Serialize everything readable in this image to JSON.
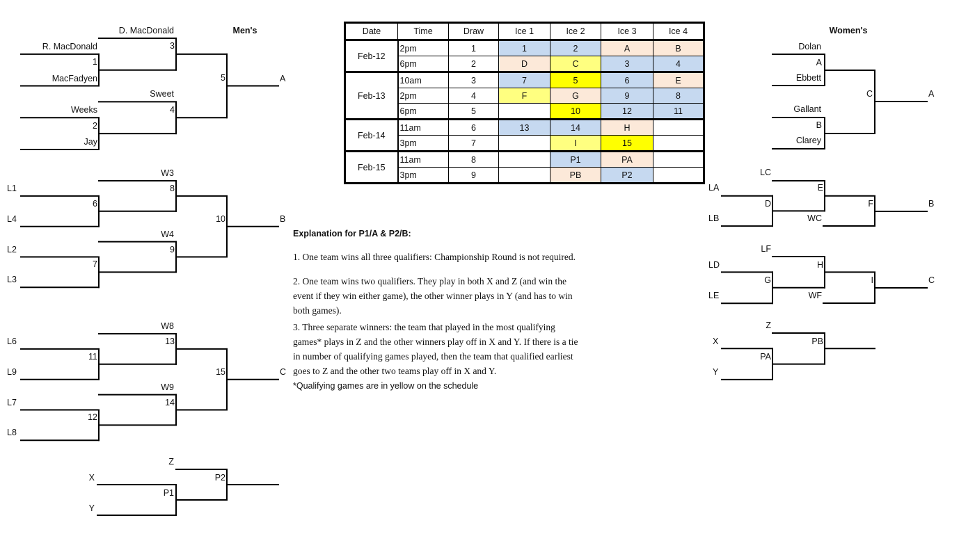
{
  "colors": {
    "blue": "#c6d9f0",
    "peach": "#fce9d9",
    "yellow": "#ffff80",
    "bright": "#ffff00",
    "none": "#ffffff"
  },
  "men": {
    "title": "Men's",
    "top": {
      "seed_top": "D. MacDonald",
      "a": "R. MacDonald",
      "g1": "1",
      "b": "MacFadyen",
      "g3": "3",
      "g5": "5",
      "out": "A",
      "seed_mid": "Sweet",
      "c": "Weeks",
      "g2": "2",
      "d": "Jay",
      "g4": "4"
    },
    "b_side": {
      "seed_top": "W3",
      "a": "L1",
      "g1": "6",
      "b": "L4",
      "g3": "8",
      "g5": "10",
      "out": "B",
      "seed_mid": "W4",
      "c": "L2",
      "g2": "7",
      "d": "L3",
      "g4": "9"
    },
    "c_side": {
      "seed_top": "W8",
      "a": "L6",
      "g1": "11",
      "b": "L9",
      "g3": "13",
      "g5": "15",
      "out": "C",
      "seed_mid": "W9",
      "c": "L7",
      "g2": "12",
      "d": "L8",
      "g4": "14"
    },
    "playoff": {
      "z": "Z",
      "x": "X",
      "y": "Y",
      "p1": "P1",
      "p2": "P2"
    }
  },
  "women": {
    "title": "Women's",
    "a_side": {
      "dolan": "Dolan",
      "ga": "A",
      "ebbett": "Ebbett",
      "gc": "C",
      "out": "A",
      "gallant": "Gallant",
      "gb": "B",
      "clarey": "Clarey"
    },
    "b_side": {
      "lc": "LC",
      "la": "LA",
      "gd": "D",
      "lb": "LB",
      "ge": "E",
      "wc": "WC",
      "gf": "F",
      "out": "B"
    },
    "c_side": {
      "lf": "LF",
      "ld": "LD",
      "gg": "G",
      "le": "LE",
      "gh": "H",
      "wf": "WF",
      "gi": "I",
      "out": "C"
    },
    "playoff": {
      "z": "Z",
      "x": "X",
      "y": "Y",
      "pa": "PA",
      "pb": "PB"
    }
  },
  "schedule": {
    "headers": [
      "Date",
      "Time",
      "Draw",
      "Ice 1",
      "Ice 2",
      "Ice 3",
      "Ice 4"
    ],
    "groups": [
      {
        "date": "Feb-12",
        "rows": [
          {
            "time": "2pm",
            "draw": "1",
            "ice": [
              {
                "v": "1",
                "c": "blue"
              },
              {
                "v": "2",
                "c": "blue"
              },
              {
                "v": "A",
                "c": "peach"
              },
              {
                "v": "B",
                "c": "peach"
              }
            ]
          },
          {
            "time": "6pm",
            "draw": "2",
            "ice": [
              {
                "v": "D",
                "c": "peach"
              },
              {
                "v": "C",
                "c": "yellow"
              },
              {
                "v": "3",
                "c": "blue"
              },
              {
                "v": "4",
                "c": "blue"
              }
            ]
          }
        ]
      },
      {
        "date": "Feb-13",
        "rows": [
          {
            "time": "10am",
            "draw": "3",
            "ice": [
              {
                "v": "7",
                "c": "blue"
              },
              {
                "v": "5",
                "c": "bright"
              },
              {
                "v": "6",
                "c": "blue"
              },
              {
                "v": "E",
                "c": "peach"
              }
            ]
          },
          {
            "time": "2pm",
            "draw": "4",
            "ice": [
              {
                "v": "F",
                "c": "yellow"
              },
              {
                "v": "G",
                "c": "peach"
              },
              {
                "v": "9",
                "c": "blue"
              },
              {
                "v": "8",
                "c": "blue"
              }
            ]
          },
          {
            "time": "6pm",
            "draw": "5",
            "ice": [
              {
                "v": "",
                "c": "none"
              },
              {
                "v": "10",
                "c": "bright"
              },
              {
                "v": "12",
                "c": "blue"
              },
              {
                "v": "11",
                "c": "blue"
              }
            ]
          }
        ]
      },
      {
        "date": "Feb-14",
        "rows": [
          {
            "time": "11am",
            "draw": "6",
            "ice": [
              {
                "v": "13",
                "c": "blue"
              },
              {
                "v": "14",
                "c": "blue"
              },
              {
                "v": "H",
                "c": "peach"
              },
              {
                "v": "",
                "c": "none"
              }
            ]
          },
          {
            "time": "3pm",
            "draw": "7",
            "ice": [
              {
                "v": "",
                "c": "none"
              },
              {
                "v": "I",
                "c": "yellow"
              },
              {
                "v": "15",
                "c": "bright"
              },
              {
                "v": "",
                "c": "none"
              }
            ]
          }
        ]
      },
      {
        "date": "Feb-15",
        "rows": [
          {
            "time": "11am",
            "draw": "8",
            "ice": [
              {
                "v": "",
                "c": "none"
              },
              {
                "v": "P1",
                "c": "blue"
              },
              {
                "v": "PA",
                "c": "peach"
              },
              {
                "v": "",
                "c": "none"
              }
            ]
          },
          {
            "time": "3pm",
            "draw": "9",
            "ice": [
              {
                "v": "",
                "c": "none"
              },
              {
                "v": "PB",
                "c": "peach"
              },
              {
                "v": "P2",
                "c": "blue"
              },
              {
                "v": "",
                "c": "none"
              }
            ]
          }
        ]
      }
    ]
  },
  "explanation": {
    "heading": "Explanation for P1/A & P2/B:",
    "p1": [
      "1. One team wins all three qualifiers: Championship Round is not required."
    ],
    "p2": [
      "2. One team wins two qualifiers. They play in both X and Z (and win the",
      "event if they win either game), the other winner plays in Y (and has to win",
      "both games)."
    ],
    "p3": [
      "3. Three separate winners: the team that played in the most qualifying",
      "games* plays in Z and the other winners play off in X and Y. If there is a tie",
      "in number of qualifying games played, then the team that qualified earliest",
      "goes to Z and the other two teams play off in X and Y."
    ],
    "footnote": "*Qualifying games are in yellow on the schedule"
  }
}
